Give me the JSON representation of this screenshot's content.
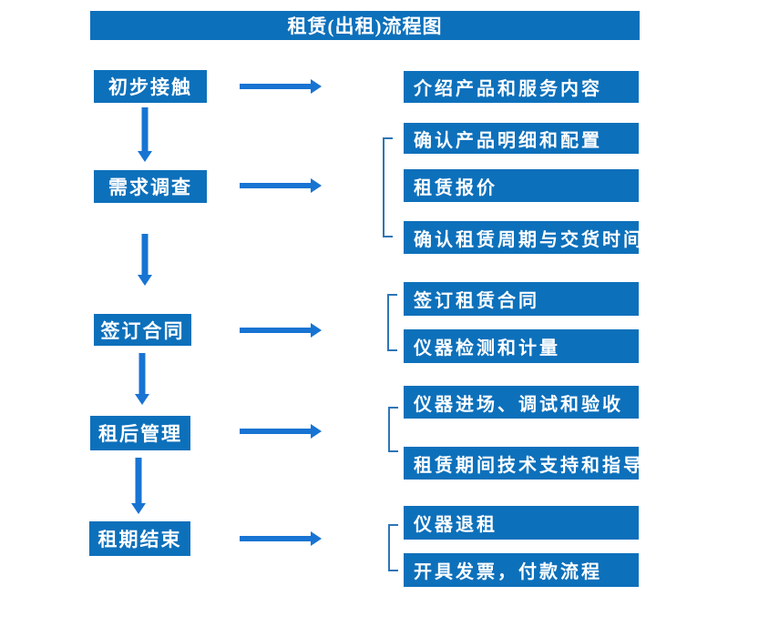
{
  "title": "租赁(出租)流程图",
  "colors": {
    "box_blue": "#0d70bb",
    "arrow_blue": "#1874d2",
    "bracket_blue": "#2e75b6",
    "box_text": "#ffffff",
    "background": "#ffffff"
  },
  "stages": [
    {
      "label": "初步接触",
      "details": [
        "介绍产品和服务内容"
      ]
    },
    {
      "label": "需求调查",
      "details": [
        "确认产品明细和配置",
        "租赁报价",
        "确认租赁周期与交货时间"
      ]
    },
    {
      "label": "签订合同",
      "details": [
        "签订租赁合同",
        "仪器检测和计量"
      ]
    },
    {
      "label": "租后管理",
      "details": [
        "仪器进场、调试和验收",
        "租赁期间技术支持和指导"
      ]
    },
    {
      "label": "租期结束",
      "details": [
        "仪器退租",
        "开具发票，付款流程"
      ]
    }
  ]
}
